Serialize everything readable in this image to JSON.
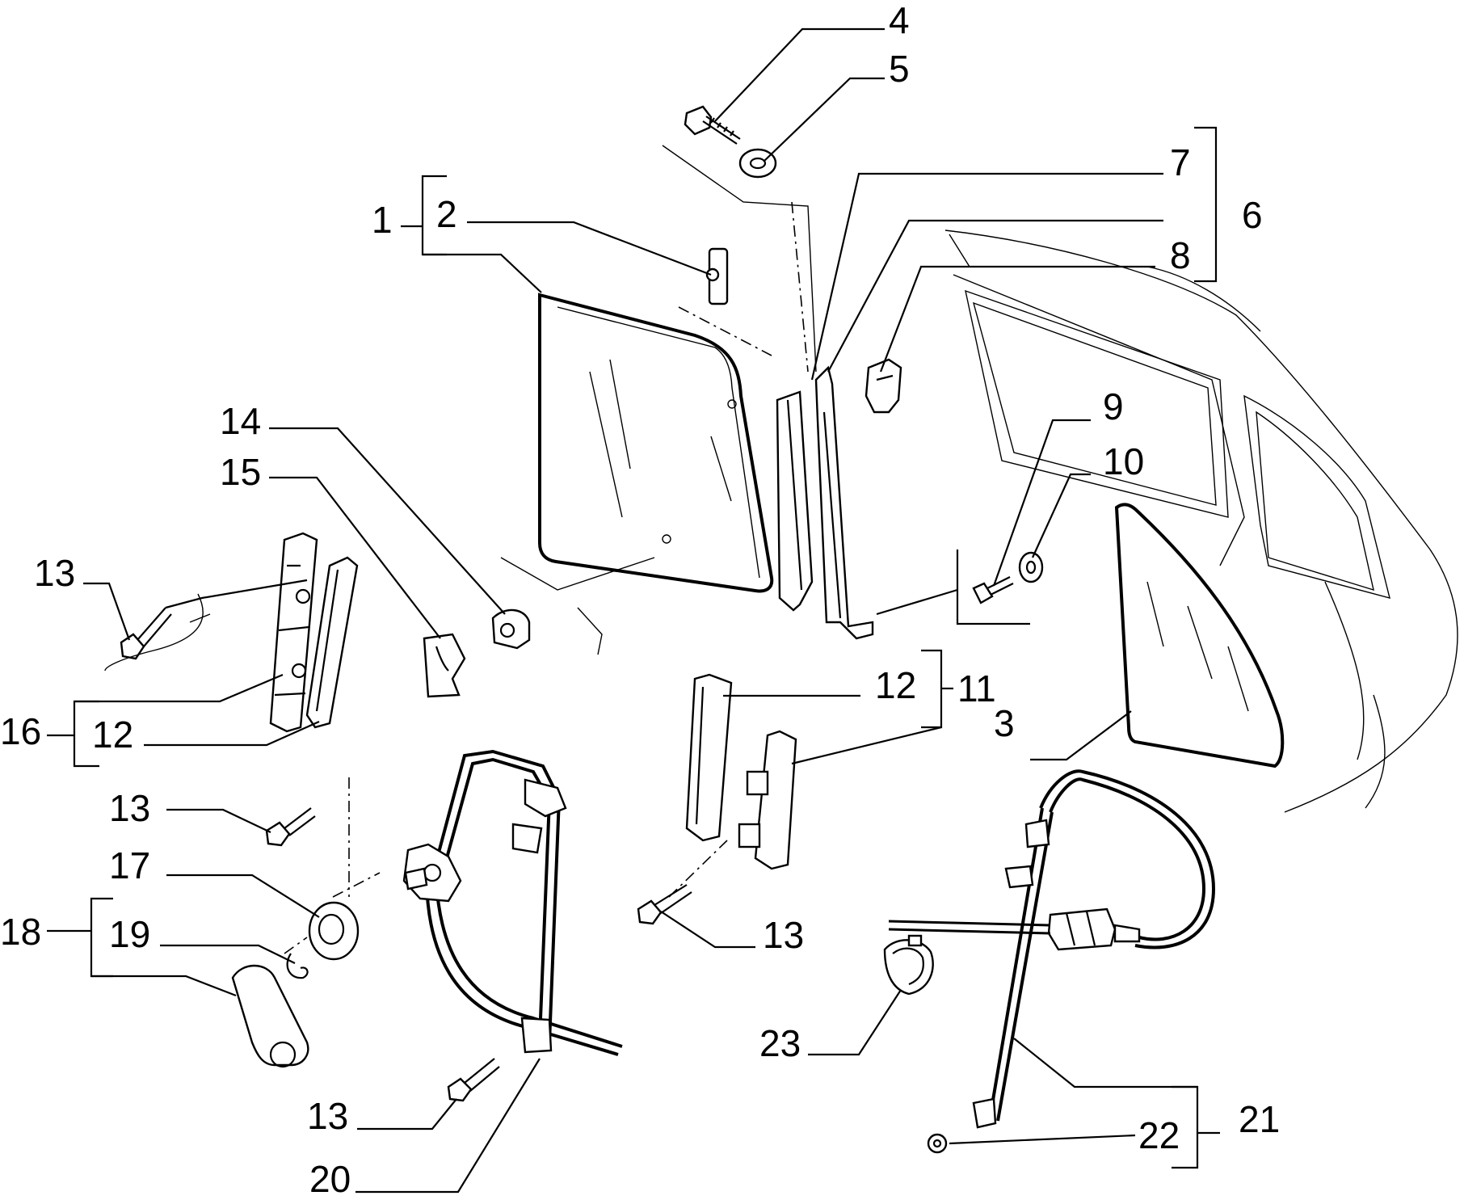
{
  "callouts": {
    "c1": "1",
    "c2": "2",
    "c3": "3",
    "c4": "4",
    "c5": "5",
    "c6": "6",
    "c7": "7",
    "c8": "8",
    "c9": "9",
    "c10": "10",
    "c11": "11",
    "c12a": "12",
    "c12b": "12",
    "c13a": "13",
    "c13b": "13",
    "c13c": "13",
    "c13d": "13",
    "c14": "14",
    "c15": "15",
    "c16": "16",
    "c17": "17",
    "c18": "18",
    "c19": "19",
    "c20": "20",
    "c21": "21",
    "c22": "22",
    "c23": "23"
  }
}
